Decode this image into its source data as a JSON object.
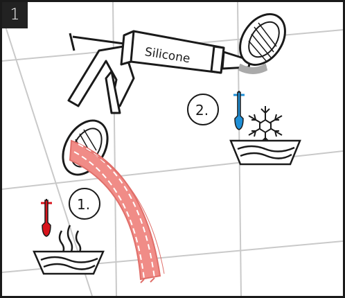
{
  "step_number": "1",
  "caulk_gun": {
    "label": "Silicone"
  },
  "step_one": {
    "label": "1.",
    "temperature": "hot"
  },
  "step_two": {
    "label": "2.",
    "temperature": "cold"
  },
  "colors": {
    "hot": "#d8141c",
    "cold": "#1f8fd6",
    "hose": "#f08c87",
    "hose_edge": "#e06f6a",
    "tile_grout": "#c9c9c9",
    "line": "#1a1a1a",
    "silicone_bead": "#aaaaaa"
  },
  "icons": [
    "caulk-gun-icon",
    "hose-seal-icon",
    "thermometer-hot-icon",
    "thermometer-cold-icon",
    "snowflake-icon",
    "hot-water-bowl-icon",
    "cold-water-bowl-icon",
    "ring-seal-icon"
  ]
}
